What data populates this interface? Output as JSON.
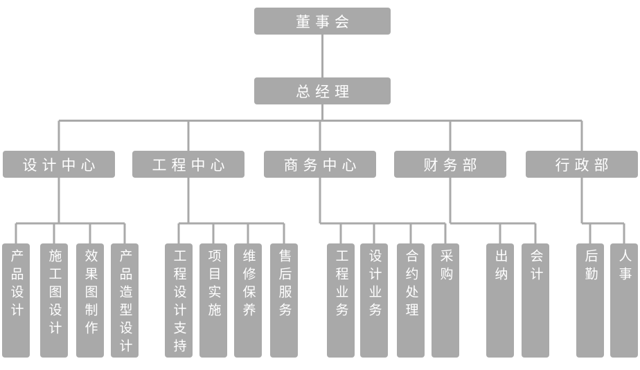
{
  "org_chart": {
    "colors": {
      "box_fill": "#a9a9a9",
      "connector_line": "#a9a9a9",
      "label_text": "#ffffff",
      "background": "#ffffff"
    },
    "root": {
      "id": "board-of-directors",
      "label": "董事会"
    },
    "general_manager": {
      "id": "general-manager",
      "label": "总经理"
    },
    "departments": [
      {
        "id": "design-center",
        "label": "设计中心",
        "children": [
          {
            "id": "product-design",
            "label": "产品设计"
          },
          {
            "id": "construction-drawing-design",
            "label": "施工图设计"
          },
          {
            "id": "rendering-production",
            "label": "效果图制作"
          },
          {
            "id": "product-styling-design",
            "label": "产品造型设计"
          }
        ]
      },
      {
        "id": "engineering-center",
        "label": "工程中心",
        "children": [
          {
            "id": "engineering-design-support",
            "label": "工程设计支持"
          },
          {
            "id": "project-implementation",
            "label": "项目实施"
          },
          {
            "id": "maintenance",
            "label": "维修保养"
          },
          {
            "id": "after-sales-service",
            "label": "售后服务"
          }
        ]
      },
      {
        "id": "business-center",
        "label": "商务中心",
        "children": [
          {
            "id": "engineering-business",
            "label": "工程业务"
          },
          {
            "id": "design-business",
            "label": "设计业务"
          },
          {
            "id": "contract-processing",
            "label": "合约处理"
          },
          {
            "id": "procurement",
            "label": "采购"
          }
        ]
      },
      {
        "id": "finance-department",
        "label": "财务部",
        "children": [
          {
            "id": "cashier",
            "label": "出纳"
          },
          {
            "id": "accounting",
            "label": "会计"
          }
        ]
      },
      {
        "id": "administration-department",
        "label": "行政部",
        "children": [
          {
            "id": "logistics",
            "label": "后勤"
          },
          {
            "id": "personnel",
            "label": "人事"
          }
        ]
      }
    ]
  }
}
